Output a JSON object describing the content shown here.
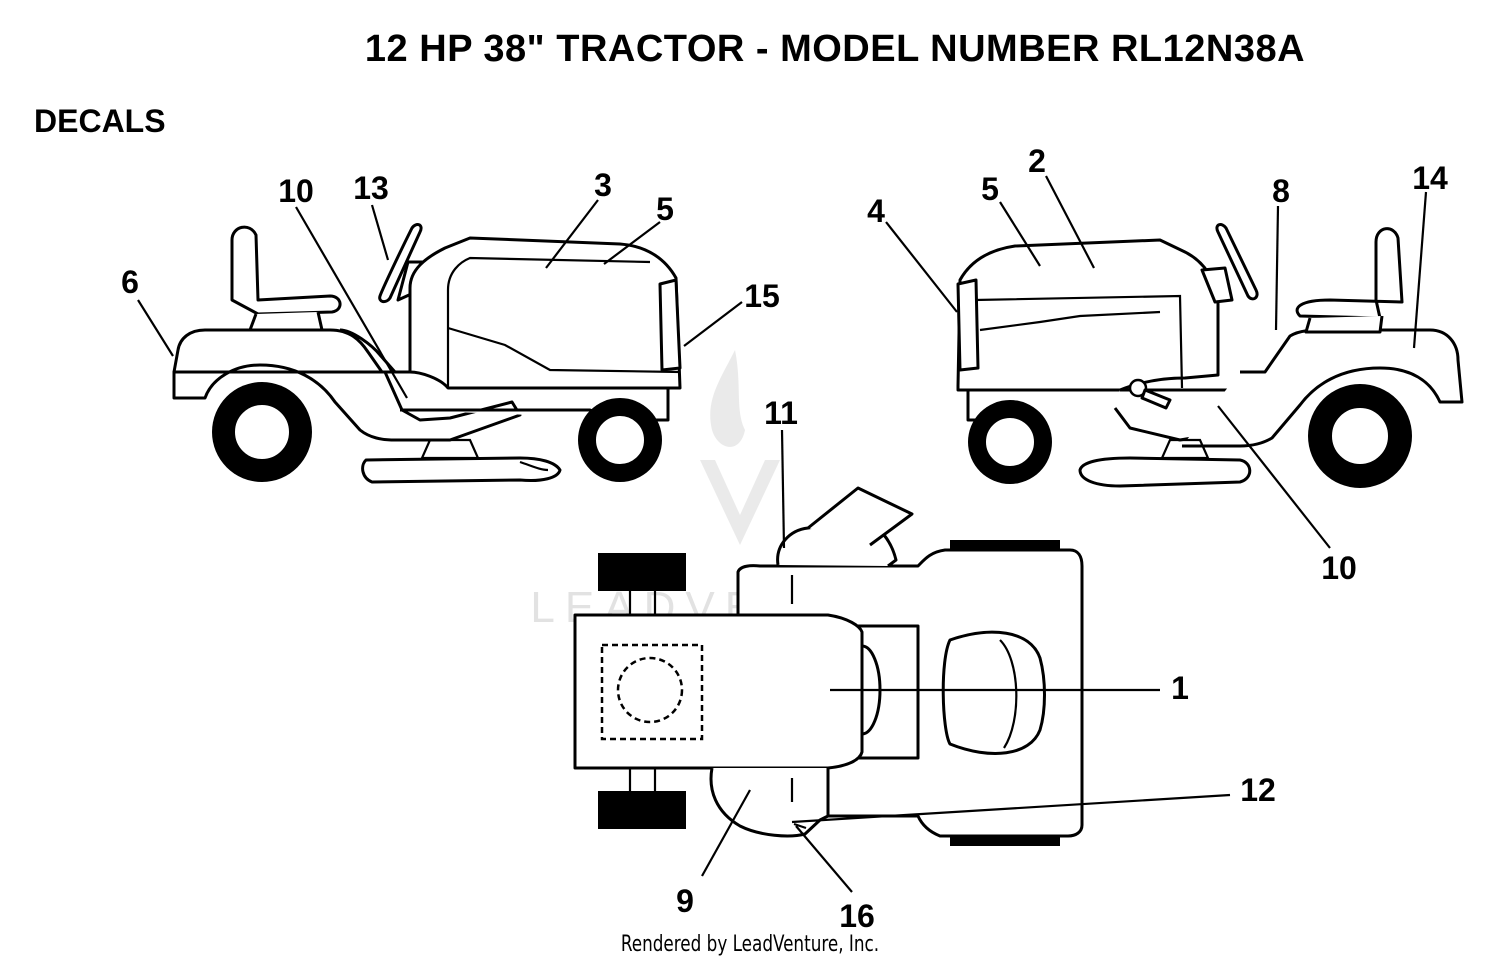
{
  "header": {
    "title": "12 HP 38\" TRACTOR - MODEL NUMBER RL12N38A",
    "section": "DECALS"
  },
  "callouts": {
    "c1": "1",
    "c2": "2",
    "c3": "3",
    "c4": "4",
    "c5a": "5",
    "c5b": "5",
    "c6": "6",
    "c8": "8",
    "c9": "9",
    "c10a": "10",
    "c10b": "10",
    "c11": "11",
    "c12": "12",
    "c13": "13",
    "c14": "14",
    "c15": "15",
    "c16": "16"
  },
  "watermark": {
    "text": "LEADVENTURE"
  },
  "footer": {
    "text": "Rendered by LeadVenture, Inc."
  }
}
